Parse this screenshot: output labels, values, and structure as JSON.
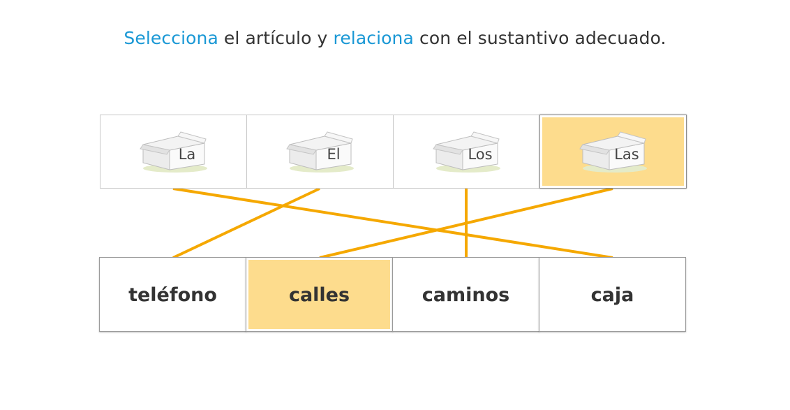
{
  "instruction": {
    "part1": "Selecciona",
    "part2": " el artículo y ",
    "part3": "relaciona",
    "part4": " con el sustantivo adecuado."
  },
  "colors": {
    "highlight_text": "#1a98d5",
    "selected_fill": "#fddc8d",
    "connector": "#f5a800"
  },
  "articles": [
    {
      "label": "La",
      "icon": "box-icon",
      "selected": false
    },
    {
      "label": "El",
      "icon": "box-icon",
      "selected": false
    },
    {
      "label": "Los",
      "icon": "box-icon",
      "selected": false
    },
    {
      "label": "Las",
      "icon": "box-icon",
      "selected": true
    }
  ],
  "nouns": [
    {
      "label": "teléfono",
      "selected": false
    },
    {
      "label": "calles",
      "selected": true
    },
    {
      "label": "caminos",
      "selected": false
    },
    {
      "label": "caja",
      "selected": false
    }
  ],
  "connections": [
    {
      "article": "La",
      "noun": "caja"
    },
    {
      "article": "El",
      "noun": "teléfono"
    },
    {
      "article": "Los",
      "noun": "caminos"
    },
    {
      "article": "Las",
      "noun": "calles"
    }
  ]
}
